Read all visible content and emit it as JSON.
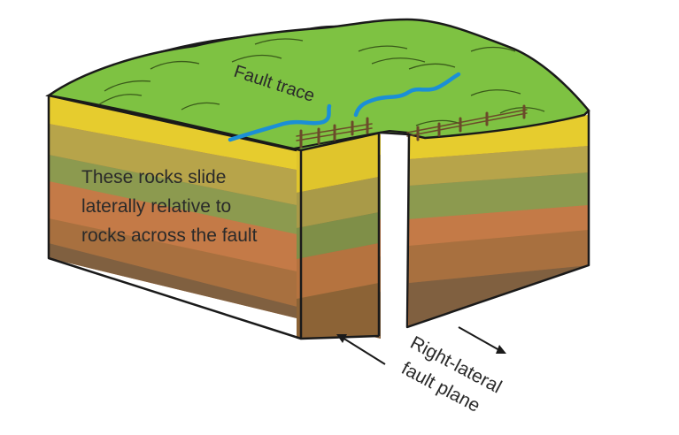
{
  "labels": {
    "fault_trace": "Fault trace",
    "rocks_line1": "These rocks slide",
    "rocks_line2": "laterally relative to",
    "rocks_line3": "rocks across the fault",
    "plane_line1": "Right-lateral",
    "plane_line2": "fault plane"
  },
  "icons": [
    "arrow-left-icon",
    "arrow-right-icon"
  ],
  "colors": {
    "surface_green": "#7ec242",
    "stream_blue": "#1b8fd6",
    "fence_brown": "#6b4a2a",
    "outline": "#1a1a1a",
    "text": "#2a2a2a"
  }
}
